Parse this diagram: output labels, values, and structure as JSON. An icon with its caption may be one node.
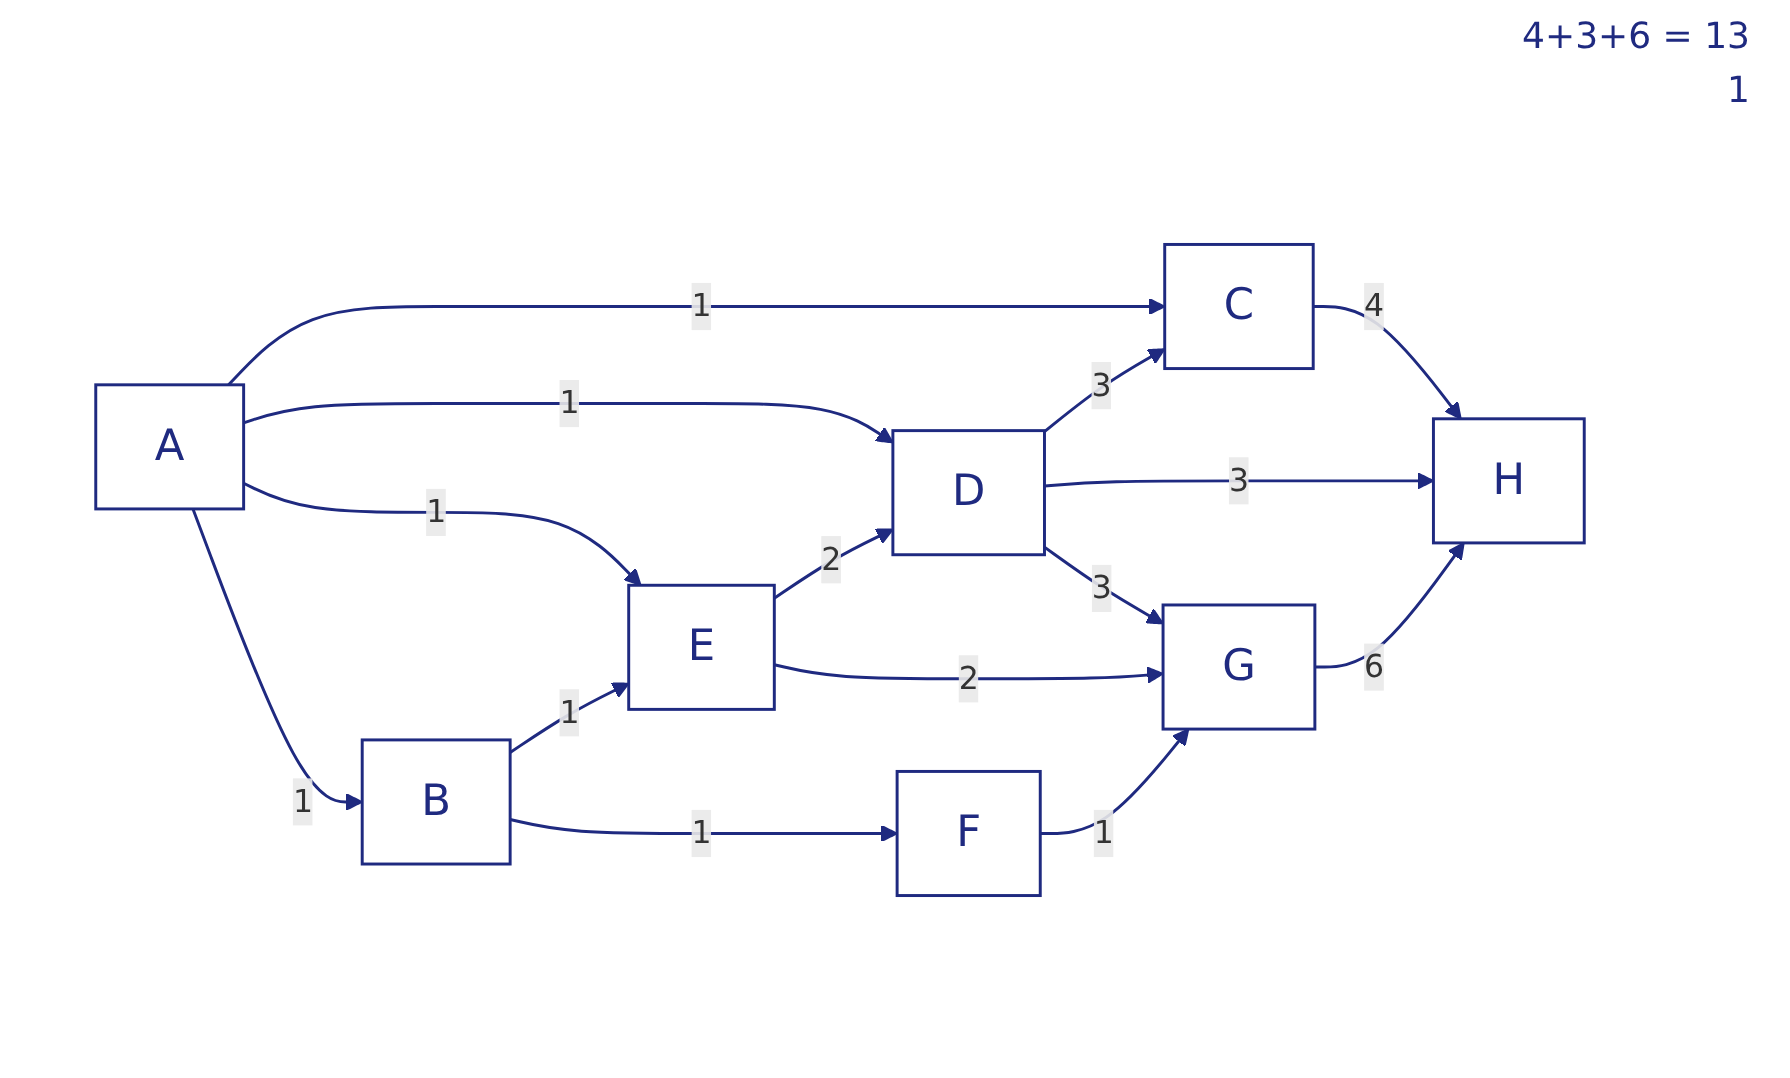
{
  "diagram": {
    "nodes": [
      {
        "text": [
          "C"
        ]
      },
      {
        "text": [
          "H"
        ]
      },
      {
        "text": [
          "A"
        ]
      },
      {
        "text": [
          "D"
        ]
      },
      {
        "text": [
          "G"
        ]
      },
      {
        "text": [
          "E"
        ]
      },
      {
        "text": [
          "F"
        ]
      },
      {
        "text": [
          "B"
        ]
      }
    ],
    "edges": [
      {
        "from": 2,
        "to": 0,
        "arrow": "to",
        "label": "1"
      },
      {
        "from": 2,
        "to": 3,
        "arrow": "to",
        "label": "1"
      },
      {
        "from": 2,
        "to": 5,
        "arrow": "to",
        "label": "1"
      },
      {
        "from": 2,
        "to": 7,
        "arrow": "to",
        "label": "1"
      },
      {
        "from": 0,
        "to": 1,
        "arrow": "to",
        "label": "4"
      },
      {
        "from": 3,
        "to": 0,
        "arrow": "to",
        "label": "3"
      },
      {
        "from": 3,
        "to": 1,
        "arrow": "to",
        "label": "3"
      },
      {
        "from": 3,
        "to": 4,
        "arrow": "to",
        "label": "3"
      },
      {
        "from": 5,
        "to": 3,
        "arrow": "to",
        "label": "2"
      },
      {
        "from": 5,
        "to": 4,
        "arrow": "to",
        "label": "2"
      },
      {
        "from": 7,
        "to": 5,
        "arrow": "to",
        "label": "1"
      },
      {
        "from": 7,
        "to": 6,
        "arrow": "to",
        "label": "1"
      },
      {
        "from": 6,
        "to": 4,
        "arrow": "to",
        "label": "1"
      },
      {
        "from": 4,
        "to": 1,
        "arrow": "to",
        "label": "6"
      }
    ],
    "labels": [
      "4+3+6 = 13",
      "1"
    ]
  }
}
